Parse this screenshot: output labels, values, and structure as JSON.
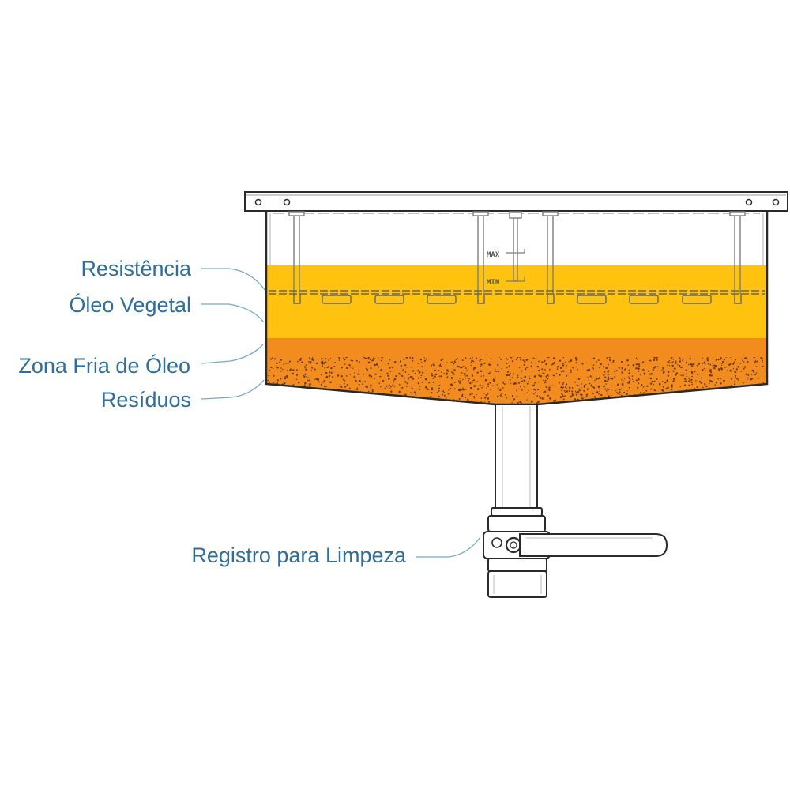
{
  "labels": {
    "resistencia": "Resistência",
    "oleo_vegetal": "Óleo Vegetal",
    "zona_fria": "Zona Fria de Óleo",
    "residuos": "Resíduos",
    "registro": "Registro para Limpeza"
  },
  "level_marks": {
    "max": "MAX",
    "min": "MIN"
  },
  "colors": {
    "label": "#2e6e9e",
    "leader": "#7aa7c8",
    "oil": "#ffc20e",
    "cold_zone": "#f28c1e",
    "residue_dots": "#6b3a10",
    "outline": "#2a2a2a"
  }
}
